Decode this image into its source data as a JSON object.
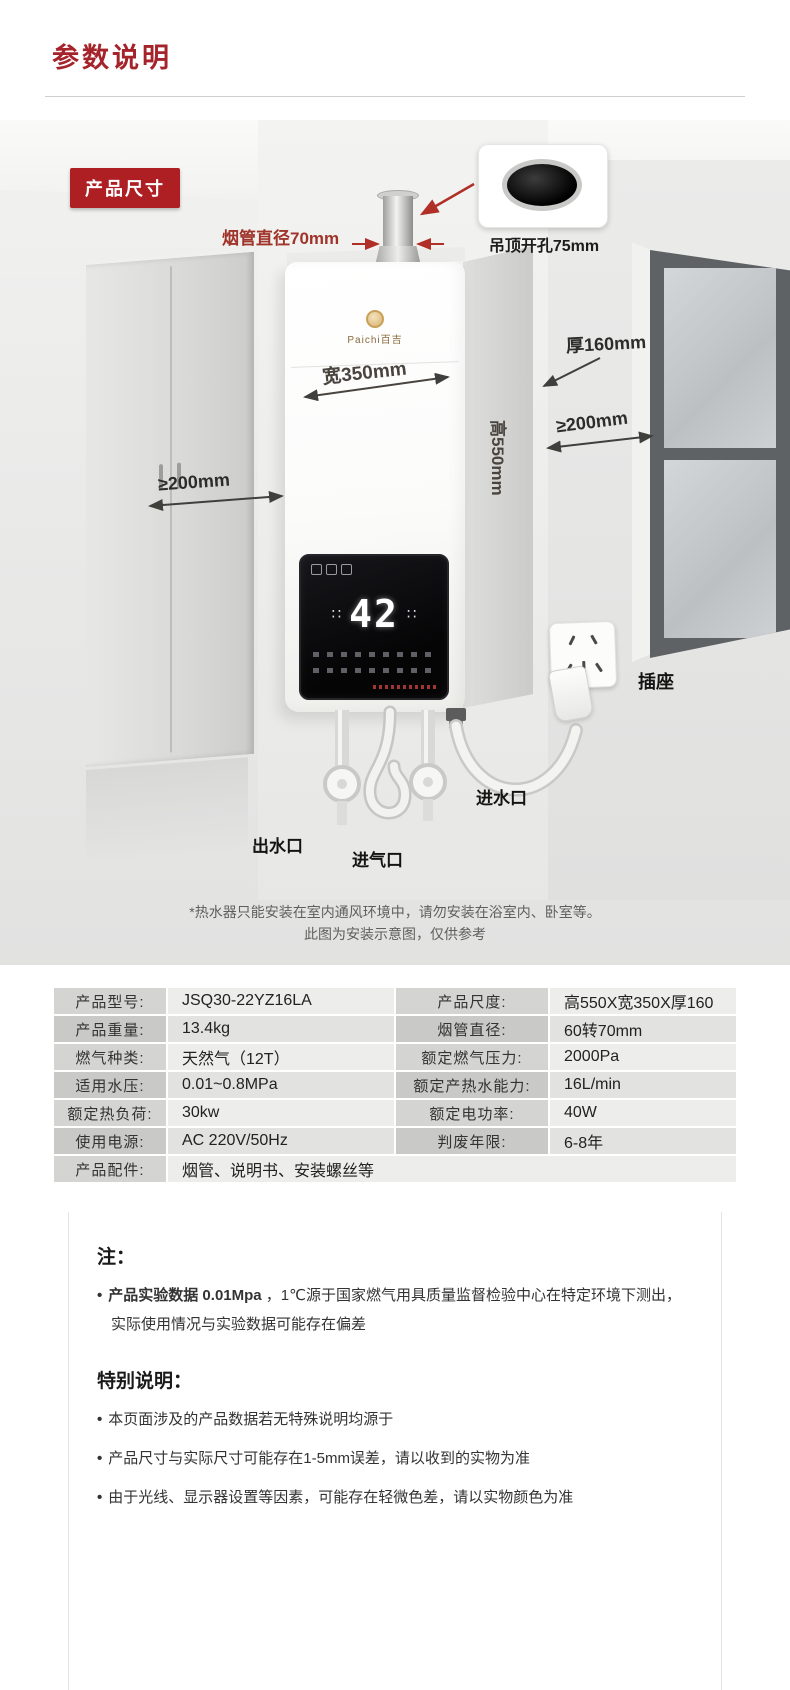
{
  "header": {
    "title": "参数说明"
  },
  "colors": {
    "accent_red": "#ae1f24",
    "dim_red": "#a0342b"
  },
  "diagram": {
    "badge": "产品尺寸",
    "flue_diameter_label": "烟管直径70mm",
    "ceiling_hole_label": "吊顶开孔75mm",
    "thickness_label": "厚160mm",
    "width_label": "宽350mm",
    "height_label": "高550mm",
    "clearance_left_label": "≥200mm",
    "clearance_right_label": "≥200mm",
    "socket_label": "插座",
    "water_outlet_label": "出水口",
    "gas_inlet_label": "进气口",
    "water_inlet_label": "进水口",
    "brand": "Paichi百吉",
    "display_value": "42",
    "note_line1": "*热水器只能安装在室内通风环境中，请勿安装在浴室内、卧室等。",
    "note_line2": "此图为安装示意图，仅供参考"
  },
  "spec_table": {
    "rows": [
      {
        "l1": "产品型号:",
        "v1": "JSQ30-22YZ16LA",
        "l2": "产品尺度:",
        "v2": "高550X宽350X厚160"
      },
      {
        "l1": "产品重量:",
        "v1": "13.4kg",
        "l2": "烟管直径:",
        "v2": "60转70mm"
      },
      {
        "l1": "燃气种类:",
        "v1": "天然气（12T）",
        "l2": "额定燃气压力:",
        "v2": "2000Pa"
      },
      {
        "l1": "适用水压:",
        "v1": "0.01~0.8MPa",
        "l2": "额定产热水能力:",
        "v2": "16L/min"
      },
      {
        "l1": "额定热负荷:",
        "v1": "30kw",
        "l2": "额定电功率:",
        "v2": "40W"
      },
      {
        "l1": "使用电源:",
        "v1": "AC 220V/50Hz",
        "l2": "判废年限:",
        "v2": "6-8年"
      }
    ],
    "accessories_label": "产品配件:",
    "accessories_value": "烟管、说明书、安装螺丝等"
  },
  "notes": {
    "note_title": "注：",
    "note1_strong": "产品实验数据 0.01Mpa",
    "note1_rest": " ，1℃源于国家燃气用具质量监督检验中心在特定环境下测出，实际使用情况与实验数据可能存在偏差",
    "special_title": "特别说明：",
    "bullets": [
      "本页面涉及的产品数据若无特殊说明均源于",
      "产品尺寸与实际尺寸可能存在1-5mm误差，请以收到的实物为准",
      "由于光线、显示器设置等因素，可能存在轻微色差，请以实物颜色为准"
    ]
  }
}
